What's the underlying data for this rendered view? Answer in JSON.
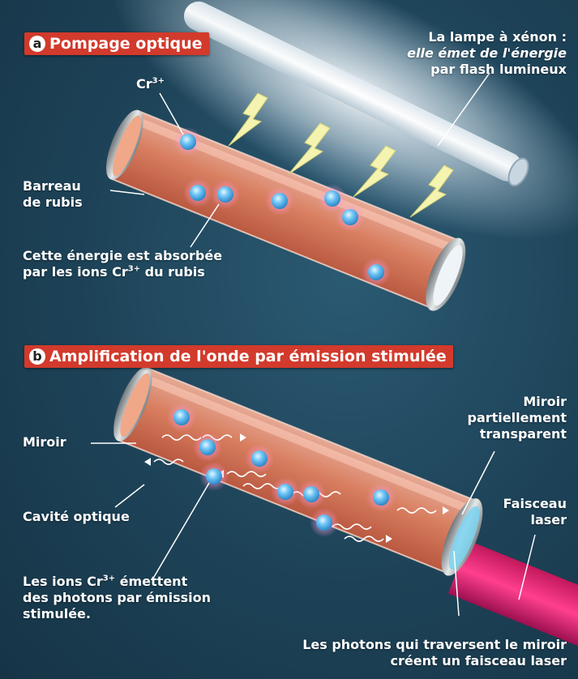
{
  "section_a": {
    "letter": "a",
    "title": "Pompage optique",
    "lamp_label_line1": "La lampe à xénon :",
    "lamp_label_line2": "elle émet de l'énergie",
    "lamp_label_line3": "par flash lumineux",
    "ion_label": "Cr",
    "ion_charge": "3+",
    "rod_label_line1": "Barreau",
    "rod_label_line2": "de rubis",
    "absorb_line1": "Cette énergie est absorbée",
    "absorb_line2_pre": "par les ions Cr",
    "absorb_line2_sup": "3+",
    "absorb_line2_post": " du rubis"
  },
  "section_b": {
    "letter": "b",
    "title": "Amplification de l'onde par émission stimulée",
    "mirror_label": "Miroir",
    "partial_mirror_line1": "Miroir",
    "partial_mirror_line2": "partiellement",
    "partial_mirror_line3": "transparent",
    "beam_label_line1": "Faisceau",
    "beam_label_line2": "laser",
    "cavity_label": "Cavité optique",
    "emit_line1_pre": "Les ions Cr",
    "emit_line1_sup": "3+",
    "emit_line1_post": " émettent",
    "emit_line2": "des photons par émission",
    "emit_line3": "stimulée.",
    "photons_line1": "Les photons qui traversent le miroir",
    "photons_line2": "créent un faisceau laser"
  },
  "colors": {
    "background": "#1d4257",
    "banner": "#d23a2c",
    "rod": "#e8825f",
    "ion": "#5ab8f0",
    "laser": "#e0246a",
    "arrow": "#f4f3b0"
  }
}
